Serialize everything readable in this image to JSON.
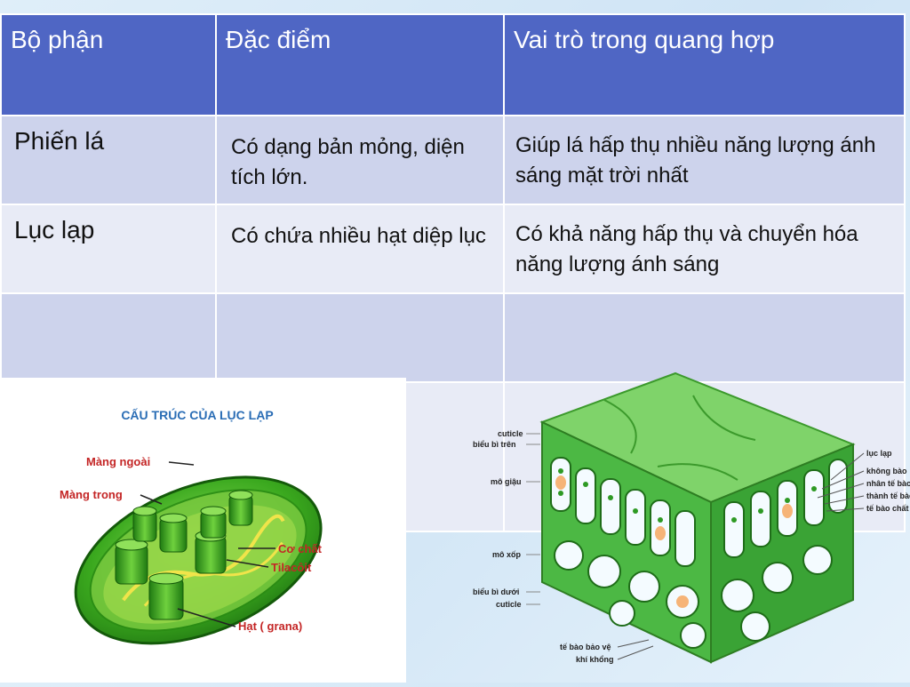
{
  "table": {
    "headers": [
      "Bộ phận",
      "Đặc điểm",
      "Vai trò trong quang hợp"
    ],
    "rows": [
      {
        "part": "Phiến lá",
        "feature": "Có dạng bản mỏng, diện tích lớn.",
        "role": "Giúp lá hấp thụ nhiều năng lượng ánh sáng mặt trời nhất"
      },
      {
        "part": "Lục lạp",
        "feature": "Có chứa nhiều hạt diệp lục",
        "role": "Có khả năng hấp thụ và chuyển hóa năng lượng ánh sáng"
      },
      {
        "part": "",
        "feature": "",
        "role": ""
      },
      {
        "part": "",
        "feature": "",
        "role": ""
      }
    ]
  },
  "chloroplast": {
    "title": "CẤU TRÚC CỦA LỤC LẠP",
    "labels": {
      "outer": "Màng ngoài",
      "inner": "Màng trong",
      "stroma": "Cơ chất",
      "thylakoid": "Tilacôit",
      "grana": "Hạt ( grana)"
    }
  },
  "leaf": {
    "left_labels": [
      "cuticle",
      "biểu bì trên",
      "mô giậu",
      "mô xốp",
      "biểu bì dưới",
      "cuticle"
    ],
    "right_labels": [
      "lục lạp",
      "không bào",
      "nhân tế bào",
      "thành tế bào",
      "tế bào chất"
    ],
    "bottom_labels": [
      "tế bào bảo vệ",
      "khí khổng"
    ]
  },
  "colors": {
    "header_bg": "#4f66c4",
    "row_dark": "#cdd3ec",
    "row_light": "#e8ebf6",
    "leaf_green": "#3fb33f",
    "chloro_green": "#2f9a1e"
  }
}
